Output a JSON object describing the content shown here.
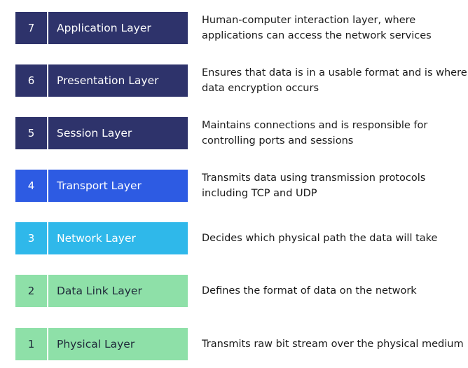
{
  "layers": [
    {
      "number": "7",
      "name": "Application Layer",
      "description": "Human-computer interaction layer, where applications can access the network services",
      "color": "#2e336b",
      "text_color": "#ffffff"
    },
    {
      "number": "6",
      "name": "Presentation Layer",
      "description": "Ensures that data is in a usable format and is where data encryption occurs",
      "color": "#2e336b",
      "text_color": "#ffffff"
    },
    {
      "number": "5",
      "name": "Session Layer",
      "description": "Maintains connections and is responsible for controlling ports and sessions",
      "color": "#2e336b",
      "text_color": "#ffffff"
    },
    {
      "number": "4",
      "name": "Transport Layer",
      "description": "Transmits data using transmission protocols including TCP and UDP",
      "color": "#2d5be3",
      "text_color": "#ffffff"
    },
    {
      "number": "3",
      "name": "Network Layer",
      "description": "Decides which physical path the data will take",
      "color": "#2fb8ea",
      "text_color": "#ffffff"
    },
    {
      "number": "2",
      "name": "Data Link Layer",
      "description": "Defines the format of data on the network",
      "color": "#8ee0a8",
      "text_color": "#1f2a3a"
    },
    {
      "number": "1",
      "name": "Physical Layer",
      "description": "Transmits raw bit stream over the physical medium",
      "color": "#8ee0a8",
      "text_color": "#1f2a3a"
    }
  ]
}
